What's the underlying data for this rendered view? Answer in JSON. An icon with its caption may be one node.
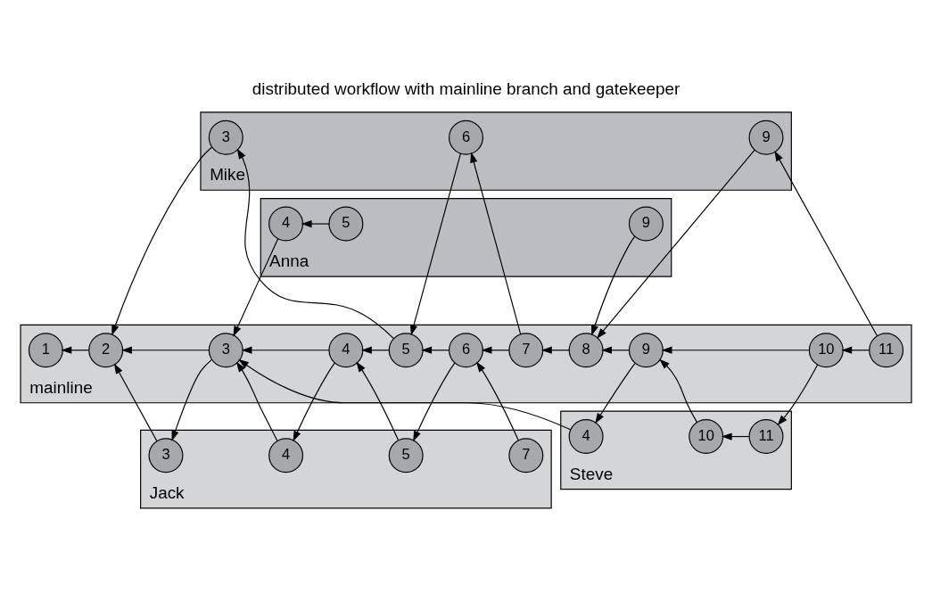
{
  "diagram": {
    "title": "distributed workflow with mainline branch and gatekeeper",
    "nodes": [
      {
        "text": [
          "mainline"
        ]
      },
      {
        "text": [
          "1"
        ],
        "in": 0
      },
      {
        "text": [
          "2"
        ],
        "in": 0
      },
      {
        "text": [
          "3"
        ],
        "in": 0
      },
      {
        "text": [
          "4"
        ],
        "in": 0
      },
      {
        "text": [
          "5"
        ],
        "in": 0
      },
      {
        "text": [
          "6"
        ],
        "in": 0
      },
      {
        "text": [
          "7"
        ],
        "in": 0
      },
      {
        "text": [
          "8"
        ],
        "in": 0
      },
      {
        "text": [
          "9"
        ],
        "in": 0
      },
      {
        "text": [
          "10"
        ],
        "in": 0
      },
      {
        "text": [
          "11"
        ],
        "in": 0
      },
      {
        "text": [
          "Mike"
        ]
      },
      {
        "text": [
          "3"
        ],
        "in": 12
      },
      {
        "text": [
          "6"
        ],
        "in": 12
      },
      {
        "text": [
          "9"
        ],
        "in": 12
      },
      {
        "text": [
          "Jack"
        ]
      },
      {
        "text": [
          "3"
        ],
        "in": 16
      },
      {
        "text": [
          "4"
        ],
        "in": 16
      },
      {
        "text": [
          "5"
        ],
        "in": 16
      },
      {
        "text": [
          "7"
        ],
        "in": 16
      },
      {
        "text": [
          "Anna"
        ]
      },
      {
        "text": [
          "4"
        ],
        "in": 21
      },
      {
        "text": [
          "5"
        ],
        "in": 21
      },
      {
        "text": [
          "9"
        ],
        "in": 21
      },
      {
        "text": [
          "Steve"
        ]
      },
      {
        "text": [
          "4"
        ],
        "in": 25
      },
      {
        "text": [
          "10"
        ],
        "in": 25
      },
      {
        "text": [
          "11"
        ],
        "in": 25
      }
    ],
    "edges": [
      {
        "from": 2,
        "to": 1,
        "arrow": "to"
      },
      {
        "from": 3,
        "to": 2,
        "arrow": "to"
      },
      {
        "from": 4,
        "to": 3,
        "arrow": "to"
      },
      {
        "from": 5,
        "to": 4,
        "arrow": "to"
      },
      {
        "from": 6,
        "to": 5,
        "arrow": "to"
      },
      {
        "from": 7,
        "to": 6,
        "arrow": "to"
      },
      {
        "from": 8,
        "to": 7,
        "arrow": "to"
      },
      {
        "from": 9,
        "to": 8,
        "arrow": "to"
      },
      {
        "from": 10,
        "to": 9,
        "arrow": "to"
      },
      {
        "from": 11,
        "to": 10,
        "arrow": "to"
      },
      {
        "from": 13,
        "to": 2,
        "arrow": "to"
      },
      {
        "from": 17,
        "to": 2,
        "arrow": "to"
      },
      {
        "from": 3,
        "to": 17,
        "arrow": "to"
      },
      {
        "from": 18,
        "to": 3,
        "arrow": "to"
      },
      {
        "from": 22,
        "to": 3,
        "arrow": "to"
      },
      {
        "from": 26,
        "to": 3,
        "arrow": "to"
      },
      {
        "from": 4,
        "to": 18,
        "arrow": "to"
      },
      {
        "from": 19,
        "to": 4,
        "arrow": "to"
      },
      {
        "from": 5,
        "to": 13,
        "arrow": "to"
      },
      {
        "from": 14,
        "to": 5,
        "arrow": "to"
      },
      {
        "from": 6,
        "to": 19,
        "arrow": "to"
      },
      {
        "from": 20,
        "to": 6,
        "arrow": "to"
      },
      {
        "from": 7,
        "to": 14,
        "arrow": "to"
      },
      {
        "from": 24,
        "to": 8,
        "arrow": "to"
      },
      {
        "from": 15,
        "to": 8,
        "arrow": "to"
      },
      {
        "from": 9,
        "to": 26,
        "arrow": "to"
      },
      {
        "from": 27,
        "to": 9,
        "arrow": "to"
      },
      {
        "from": 10,
        "to": 28,
        "arrow": "to"
      },
      {
        "from": 11,
        "to": 15,
        "arrow": "to"
      },
      {
        "from": 23,
        "to": 22,
        "arrow": "to"
      },
      {
        "from": 28,
        "to": 27,
        "arrow": "to"
      }
    ]
  }
}
